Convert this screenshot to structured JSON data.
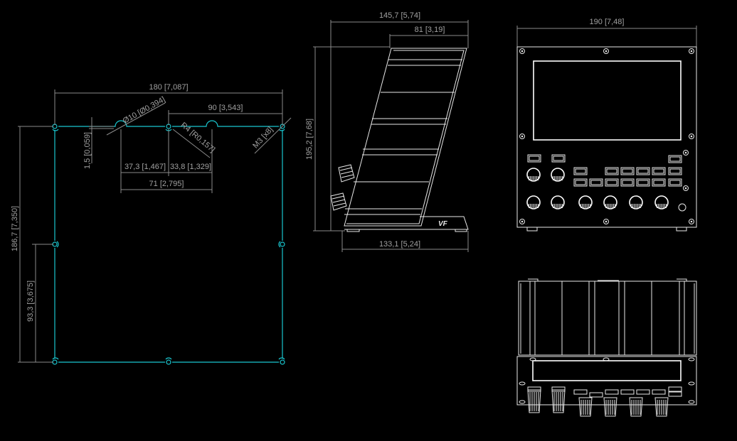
{
  "colors": {
    "background": "#000000",
    "outline": "#19c6cf",
    "dimension": "#8a8a8a",
    "part": "#e8e8e8"
  },
  "cutout_view": {
    "width": "180 [7,087]",
    "half_width": "90 [3,543]",
    "notch_diameter": "Ø10 [Ø0,394]",
    "corner_radius": "R4 [R0,157]",
    "screw": "M3 [x8]",
    "notch_depth": "1,5 [0,059]",
    "notch_offset_left": "37,3 [1,467]",
    "notch_offset_right": "33,8 [1,329]",
    "notch_spacing": "71 [2,795]",
    "height": "186,7 [7,350]",
    "half_height": "93,3 [3,675]"
  },
  "side_view": {
    "depth_total": "145,7 [5,74]",
    "depth_top": "81 [3,19]",
    "height": "195,2 [7,68]",
    "depth_base": "133,1 [5,24]",
    "logo": "VF"
  },
  "front_view": {
    "width": "190 [7,48]"
  }
}
